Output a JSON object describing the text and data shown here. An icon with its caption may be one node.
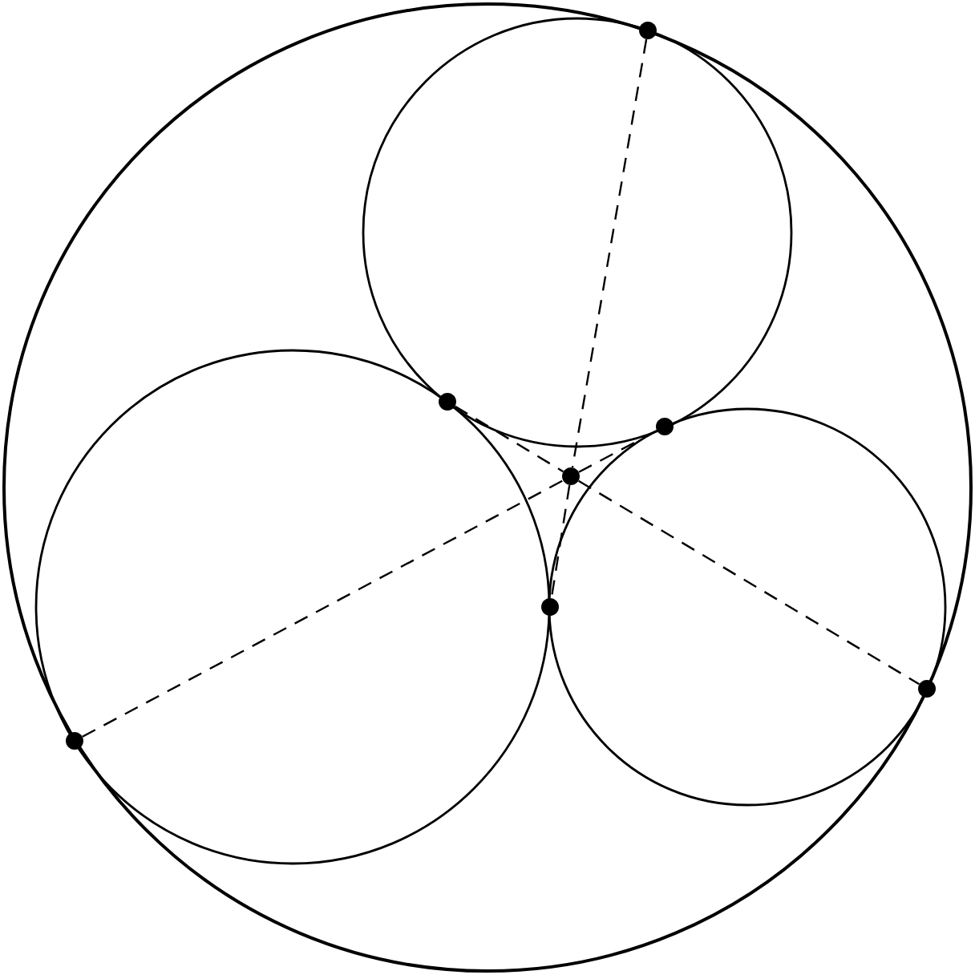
{
  "diagram": {
    "nodes": [
      {
        "text": [],
        "shape": "dot"
      },
      {
        "text": [],
        "shape": "dot"
      },
      {
        "text": [],
        "shape": "dot"
      },
      {
        "text": [],
        "shape": "dot"
      },
      {
        "text": [],
        "shape": "dot"
      },
      {
        "text": [],
        "shape": "dot"
      },
      {
        "text": [],
        "shape": "dot"
      }
    ],
    "edges": [
      {
        "from": 0,
        "to": 3,
        "arrow": "none",
        "style": "dashed"
      },
      {
        "from": 3,
        "to": 4,
        "arrow": "none",
        "style": "dashed"
      },
      {
        "from": 6,
        "to": 3,
        "arrow": "none",
        "style": "dashed"
      },
      {
        "from": 3,
        "to": 2,
        "arrow": "none",
        "style": "dashed"
      },
      {
        "from": 1,
        "to": 3,
        "arrow": "none",
        "style": "dashed"
      },
      {
        "from": 3,
        "to": 5,
        "arrow": "none",
        "style": "dashed"
      }
    ]
  }
}
